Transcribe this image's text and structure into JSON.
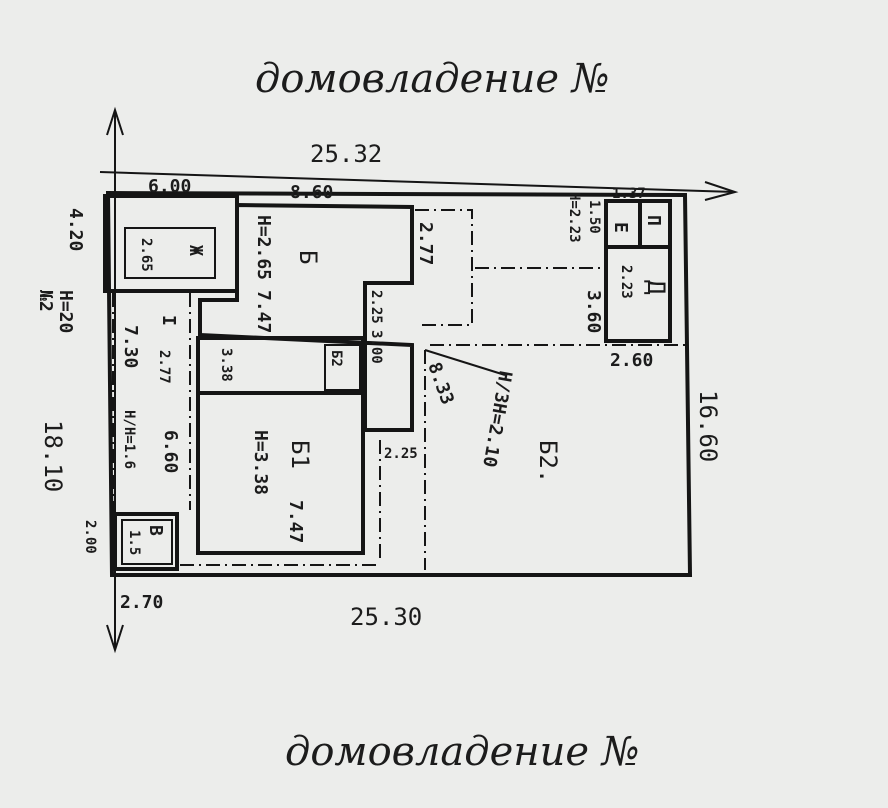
{
  "captions": {
    "top": "домовладение №",
    "bottom": "домовладение №"
  },
  "dimensions": {
    "top_length": "25.32",
    "bottom_length": "25.30",
    "right_length": "16.60",
    "left_length": "18.10",
    "top_left_segment": "6.00",
    "top_mid_segment": "8.60",
    "left_upper": "4.20",
    "left_height": "Н=20",
    "left_no": "№2",
    "bottom_left": "2.70",
    "bottom_left_side": "2.00",
    "shed_right_width": "2.60",
    "shed_right_length": "3.60",
    "shed_top": "1.37",
    "shed_side": "1.50",
    "shed_height": "Н=2.23"
  },
  "rooms": {
    "b_letter": "Б",
    "b_height": "Н=2.65",
    "b_length": "7.47",
    "b_width": "3.38",
    "zh_letter": "Ж",
    "zh_value": "2.65",
    "i_letter": "I",
    "i_value": "2.77",
    "left_annex_length": "7.30",
    "left_annex_height": "Н/Н=1.6",
    "left_annex_width": "6.60",
    "b1_letter": "Б1",
    "b1_height": "Н=3.38",
    "b1_length": "7.47",
    "b2_small": "Б2",
    "b2_small_val": "2.25",
    "b2_small_len": "3.00",
    "porch_w": "2.77",
    "porch_b": "2.25",
    "yard_label": "Б2.",
    "yard_depth": "8.33",
    "yard_height": "Н/ЗН=2.10",
    "v_letter": "В",
    "v_value": "1.5",
    "e_letter": "Е",
    "p_letter": "П",
    "d_letter": "Д",
    "d_value": "2.23"
  }
}
